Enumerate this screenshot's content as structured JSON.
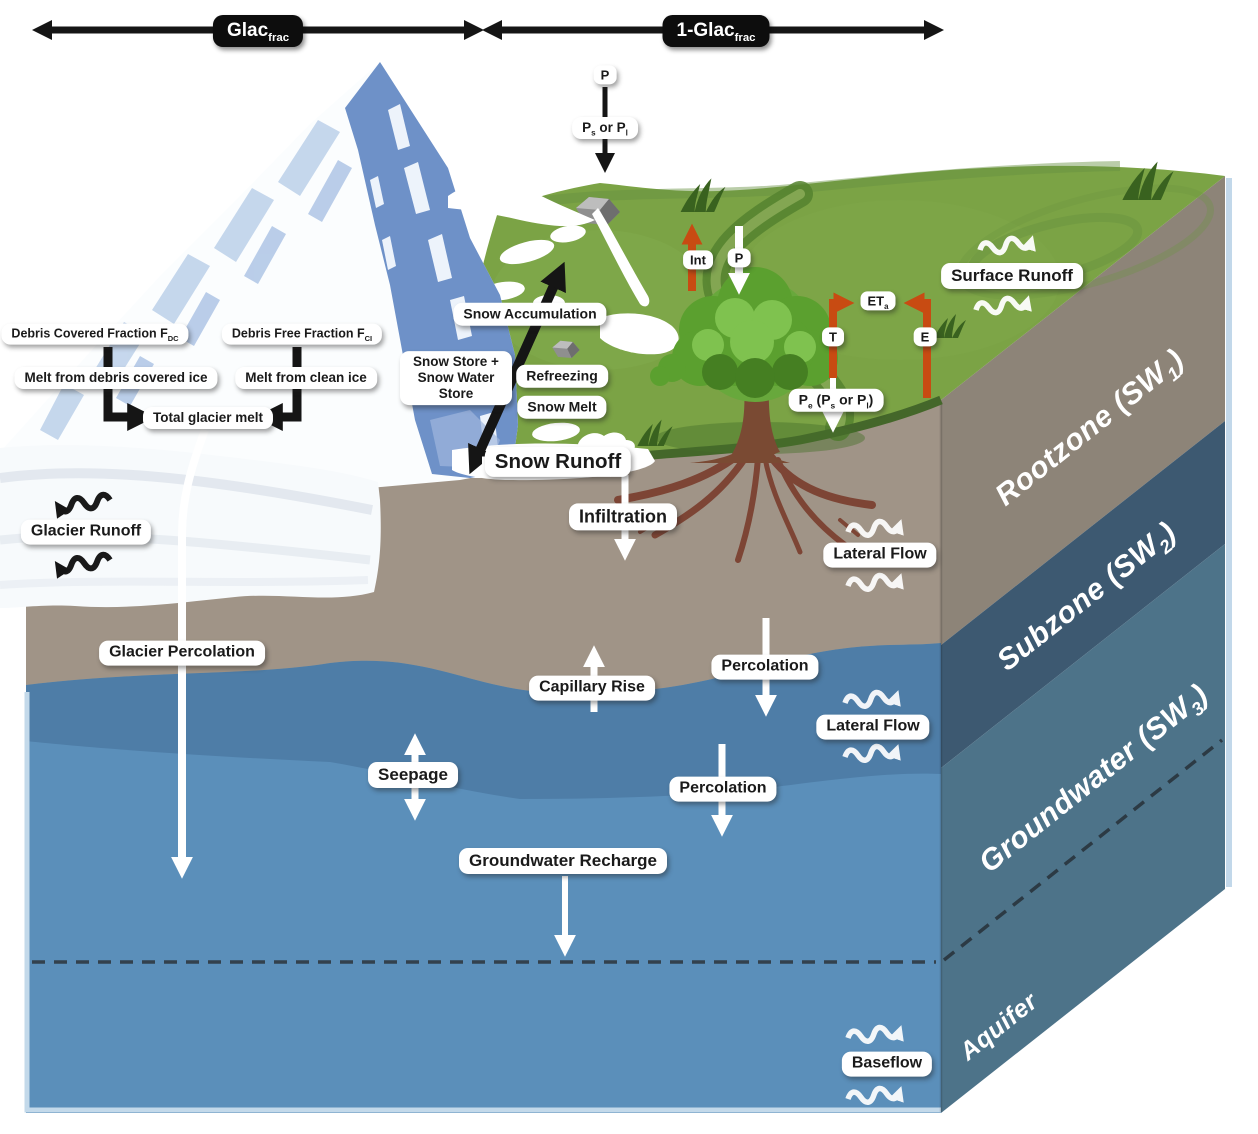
{
  "top": {
    "glac_frac": {
      "base": "Glac",
      "sub": "frac"
    },
    "one_minus_glac_frac": {
      "base": "1-Glac",
      "sub": "frac"
    },
    "p": "P",
    "ps_or_pl": {
      "p1": "P",
      "s1": "s",
      "mid": " or P",
      "s2": "l"
    }
  },
  "glacier": {
    "debris_covered": {
      "text": "Debris Covered Fraction F",
      "sub": "DC"
    },
    "melt_debris": "Melt from debris covered ice",
    "debris_free": {
      "text": "Debris Free Fraction F",
      "sub": "CI"
    },
    "melt_clean": "Melt from clean ice",
    "total_melt": "Total glacier melt",
    "runoff": "Glacier Runoff",
    "percolation": "Glacier Percolation"
  },
  "snow": {
    "accumulation": "Snow Accumulation",
    "store": "Snow Store + Snow Water Store",
    "refreezing": "Refreezing",
    "melt": "Snow Melt",
    "runoff": "Snow Runoff"
  },
  "canopy": {
    "int": "Int",
    "p": "P",
    "t": "T",
    "e": "E",
    "eta": {
      "base": "ET",
      "sub": "a"
    },
    "pe": {
      "p1": "P",
      "s1": "e",
      "m1": " (P",
      "s2": "s",
      "m2": " or P",
      "s3": "l",
      "m3": ")"
    }
  },
  "fluxes": {
    "surface_runoff": "Surface Runoff",
    "infiltration": "Infiltration",
    "lateral_flow": "Lateral Flow",
    "capillary_rise": "Capillary Rise",
    "percolation": "Percolation",
    "seepage": "Seepage",
    "gw_recharge": "Groundwater Recharge",
    "baseflow": "Baseflow"
  },
  "layers": {
    "rootzone": {
      "base": "Rootzone (SW",
      "sub": "1",
      "close": ")"
    },
    "subzone": {
      "base": "Subzone (SW",
      "sub": "2",
      "close": ")"
    },
    "groundwater": {
      "base": "Groundwater (SW",
      "sub": "3",
      "close": ")"
    },
    "aquifer": "Aquifer"
  },
  "colors": {
    "surface_green": "#7ba345",
    "dark_green_edge": "#44672a",
    "rootzone_front": "#a09487",
    "rootzone_side": "#8d8478",
    "subzone_front": "#4e7da7",
    "subzone_side": "#3d5971",
    "groundwater_front": "#5b8fba",
    "groundwater_side": "#4d7389",
    "ice_blue": "#6e91c8",
    "flux_orange": "#c84b12",
    "label_bg": "#ffffff",
    "dark_label_bg": "#0d0d0d"
  }
}
